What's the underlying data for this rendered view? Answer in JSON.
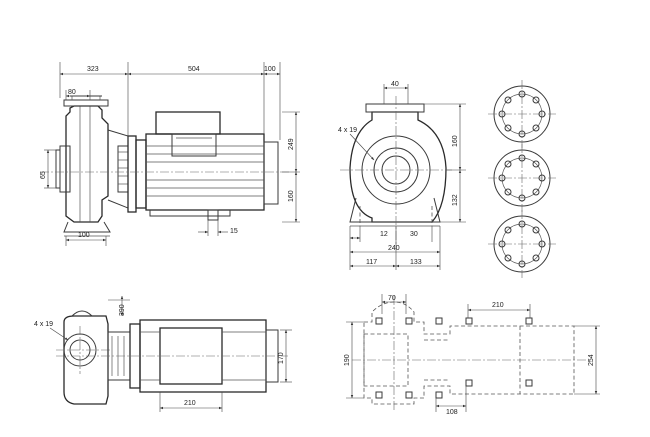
{
  "dimensions": {
    "front": {
      "top_left": "323",
      "top_mid": "504",
      "top_right": "100",
      "left_small": "80",
      "right_upper": "249",
      "right_lower": "160",
      "left_vertical": "65",
      "bottom_left": "100",
      "bottom_foot": "15"
    },
    "side": {
      "top": "40",
      "holes": "4 x 19",
      "right_upper": "160",
      "right_lower": "132",
      "bottom_inner": "12",
      "bottom_mid": "30",
      "bottom_width": "240",
      "bottom_left": "117",
      "bottom_right": "133"
    },
    "plan": {
      "holes": "4 x 19",
      "vertical": "390",
      "right": "170",
      "bottom": "210"
    },
    "base": {
      "top_left": "70",
      "top_right": "210",
      "left": "190",
      "right": "254",
      "bottom": "108"
    }
  }
}
